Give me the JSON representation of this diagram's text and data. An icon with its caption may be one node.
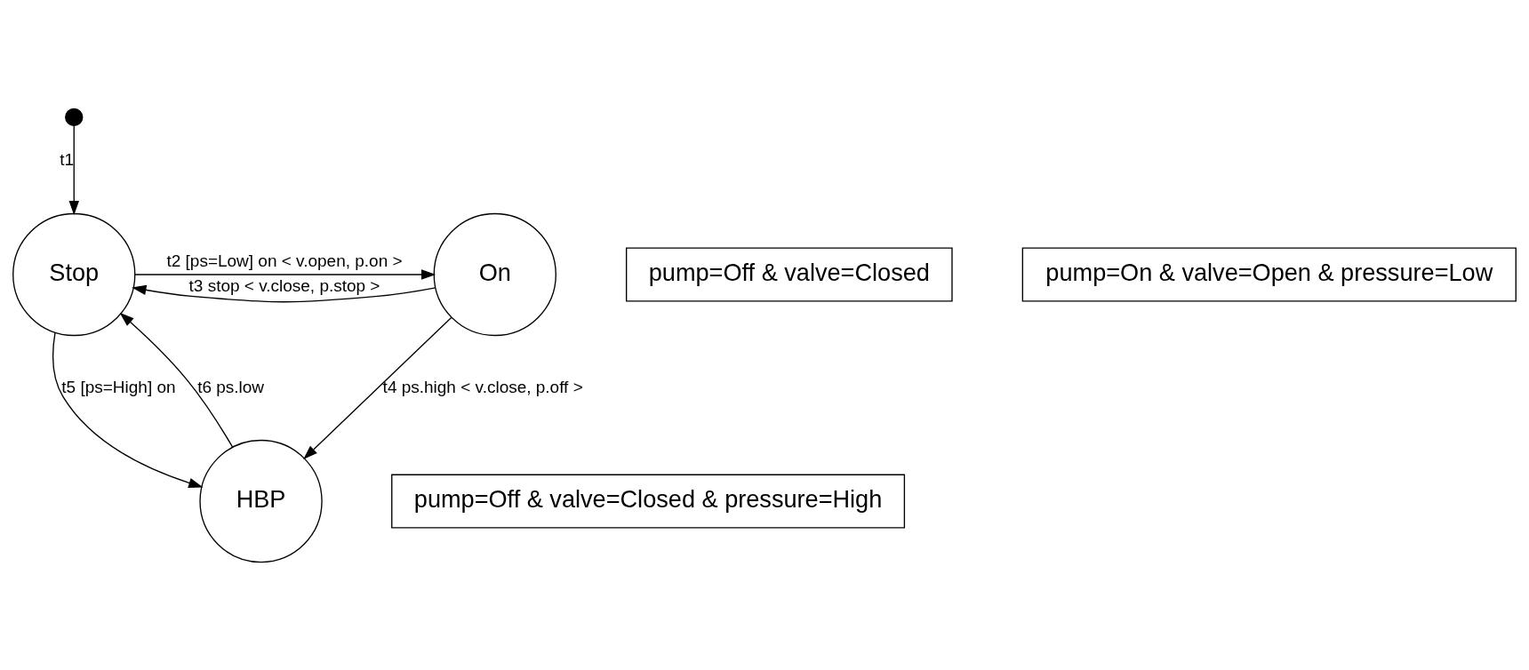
{
  "diagram": {
    "nodes": [
      {
        "text": [],
        "shape": "circle"
      },
      {
        "text": [
          "pump=Off & valve=Closed"
        ]
      },
      {
        "text": [
          "Stop"
        ]
      },
      {
        "text": [
          "On"
        ]
      },
      {
        "text": [
          "pump=On & valve=Open & pressure=Low"
        ]
      },
      {
        "text": [
          "HBP"
        ]
      },
      {
        "text": [
          "pump=Off & valve=Closed & pressure=High"
        ]
      }
    ],
    "edges": [
      {
        "from": 0,
        "to": 2,
        "arrow": "to",
        "label": "t1"
      },
      {
        "from": 2,
        "to": 3,
        "arrow": "to",
        "label": "t2 [ps=Low] on < v.open, p.on >"
      },
      {
        "from": 3,
        "to": 2,
        "arrow": "to",
        "label": "t3 stop < v.close, p.stop >"
      },
      {
        "from": 3,
        "to": 5,
        "arrow": "to",
        "label": "t4 ps.high < v.close, p.off >"
      },
      {
        "from": 2,
        "to": 5,
        "arrow": "to",
        "label": "t5 [ps=High] on"
      },
      {
        "from": 5,
        "to": 2,
        "arrow": "to",
        "label": "t6 ps.low"
      }
    ]
  }
}
